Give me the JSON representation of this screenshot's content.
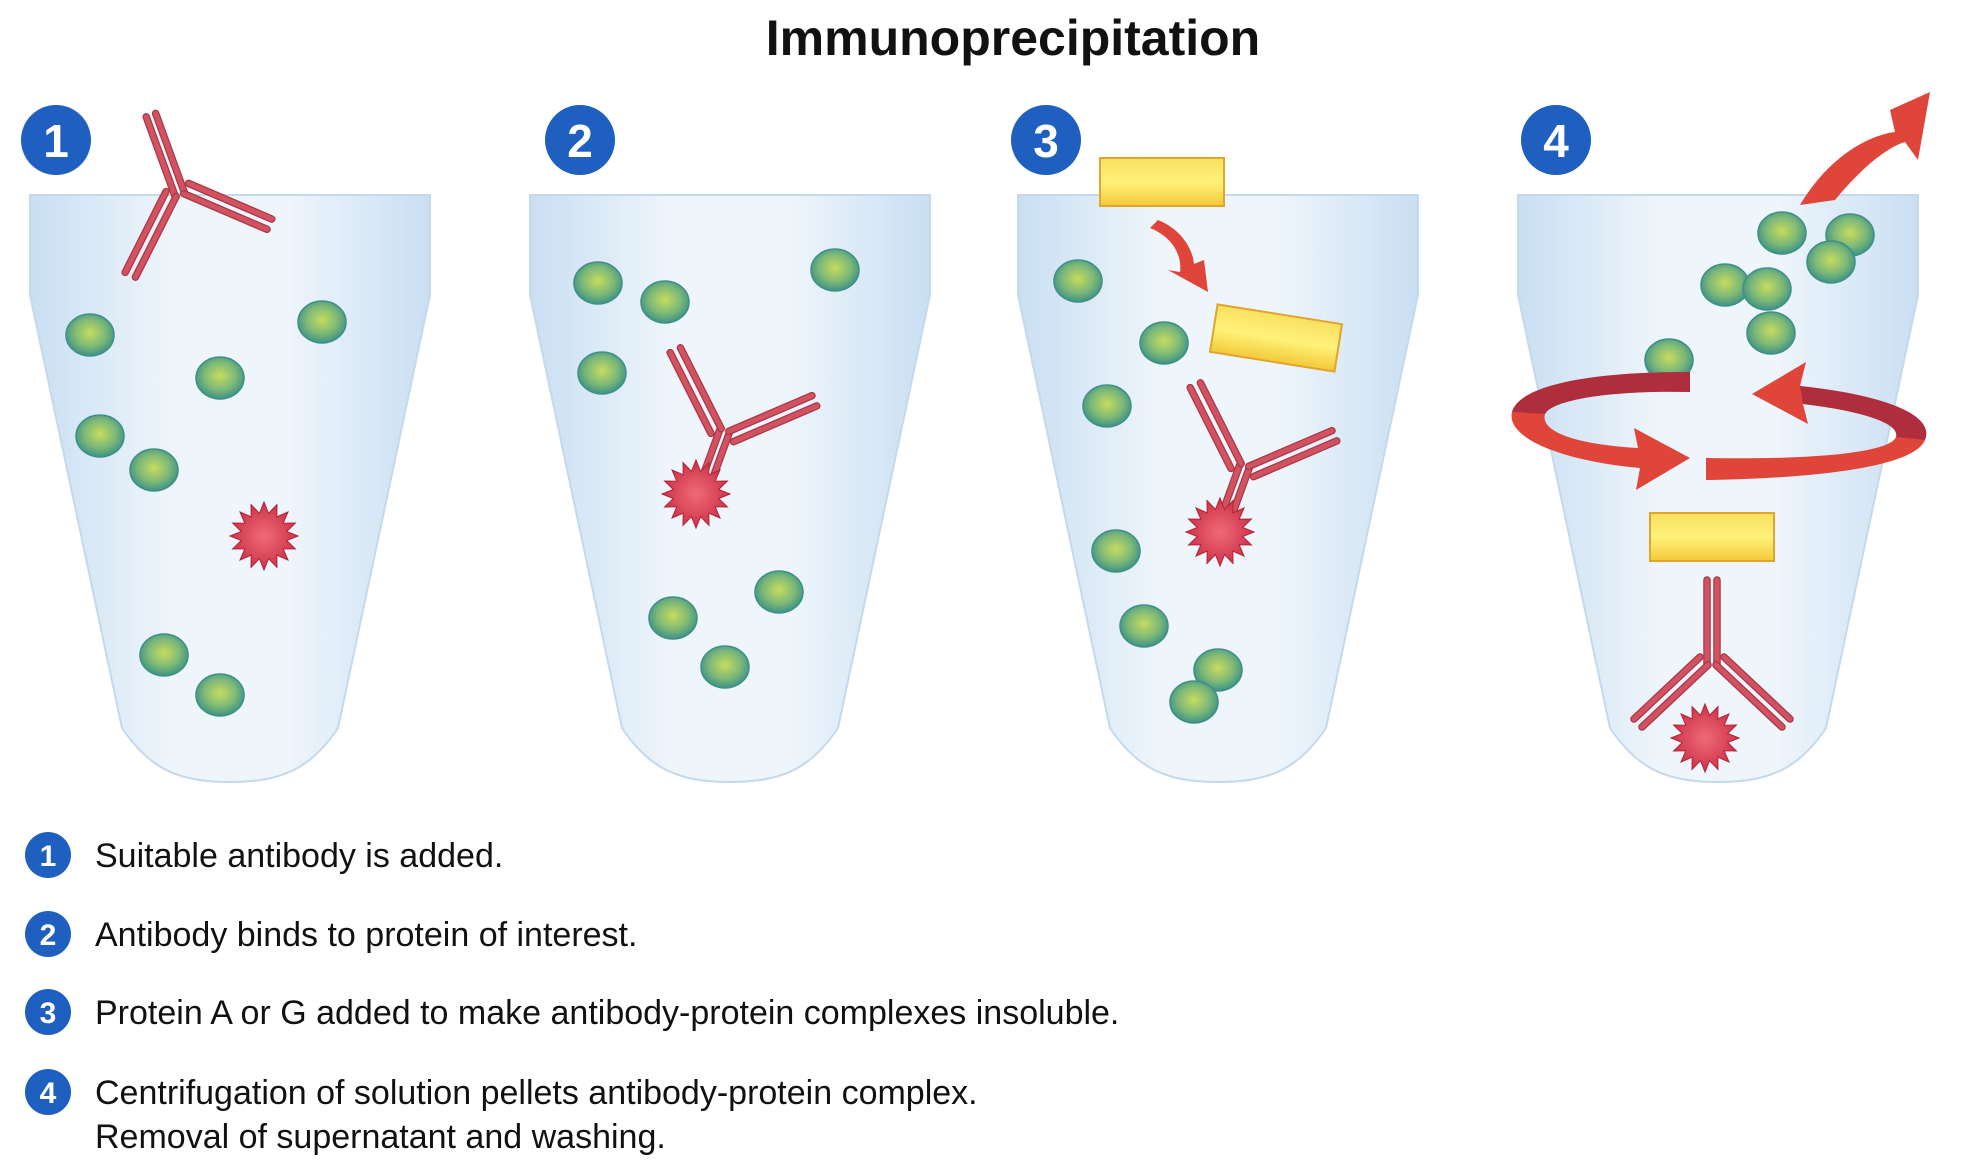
{
  "title": "Immunoprecipitation",
  "steps": [
    {
      "number": "1",
      "lines": [
        "Suitable antibody is added."
      ]
    },
    {
      "number": "2",
      "lines": [
        "Antibody binds to protein of interest."
      ]
    },
    {
      "number": "3",
      "lines": [
        "Protein A or G added to make antibody-protein complexes insoluble."
      ]
    },
    {
      "number": "4",
      "lines": [
        "Centrifugation of solution pellets antibody-protein complex.",
        "Removal of supernatant and washing."
      ]
    }
  ],
  "colors": {
    "badge": "#1f5fbf",
    "tube": "#dcebf7",
    "antibody": "#d2525f",
    "bead_center": "#b7d45a",
    "bead_edge": "#2f8f8a",
    "target_protein": "#d6304a",
    "protein_ag": "#f6d84a",
    "arrow": "#e0453a",
    "arrow_dark": "#a52a3f"
  },
  "icons": [
    "antibody-icon",
    "bead-icon",
    "target-protein-icon",
    "protein-ag-icon",
    "arrow-icon",
    "rotation-arrow-icon"
  ]
}
